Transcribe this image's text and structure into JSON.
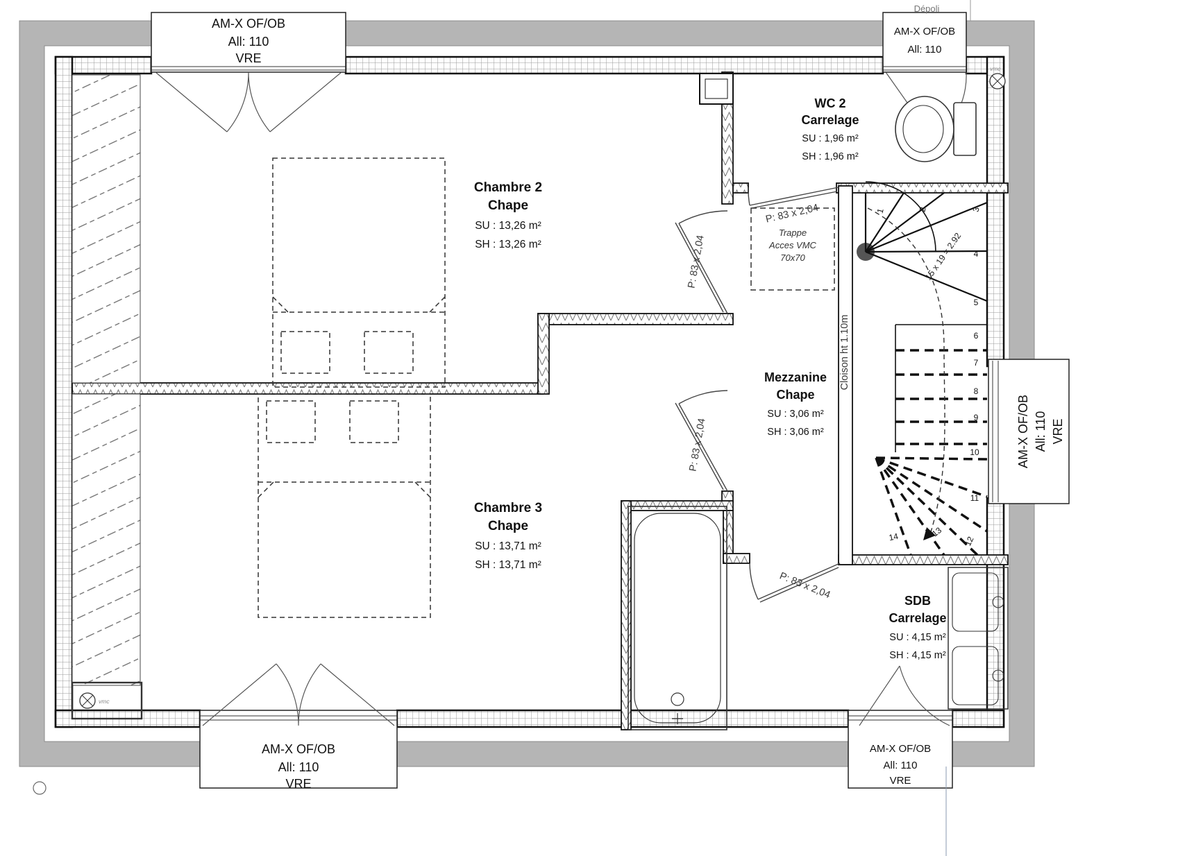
{
  "rooms": {
    "chambre2": {
      "name": "Chambre 2",
      "finish": "Chape",
      "su": "SU : 13,26 m²",
      "sh": "SH : 13,26 m²"
    },
    "chambre3": {
      "name": "Chambre 3",
      "finish": "Chape",
      "su": "SU : 13,71 m²",
      "sh": "SH : 13,71 m²"
    },
    "wc2": {
      "name": "WC 2",
      "finish": "Carrelage",
      "su": "SU : 1,96 m²",
      "sh": "SH : 1,96 m²"
    },
    "mezzanine": {
      "name": "Mezzanine",
      "finish": "Chape",
      "su": "SU : 3,06 m²",
      "sh": "SH : 3,06 m²"
    },
    "sdb": {
      "name": "SDB",
      "finish": "Carrelage",
      "su": "SU : 4,15 m²",
      "sh": "SH : 4,15 m²"
    }
  },
  "window_labels": {
    "type": "AM-X OF/OB",
    "allege": "All:  110",
    "vitrage": "VRE"
  },
  "door_label": "P: 83 x 2,04",
  "stairs": {
    "formula": "15 x 19 = 2.92",
    "steps": [
      "1",
      "2",
      "3",
      "4",
      "5",
      "6",
      "7",
      "8",
      "9",
      "10",
      "11",
      "12",
      "13",
      "14"
    ]
  },
  "annotations": {
    "depoli": "Dépoli",
    "trappe1": "Trappe",
    "trappe2": "Acces VMC",
    "trappe3": "70x70",
    "cloison": "Cloison ht 1.10m",
    "vmc": "vmc"
  }
}
